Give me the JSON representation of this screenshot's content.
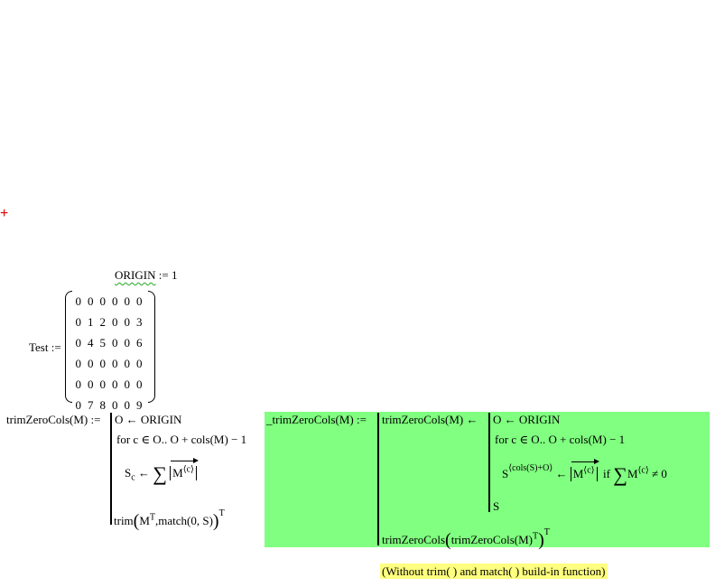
{
  "cursor": {
    "glyph": "+",
    "color": "#e00000"
  },
  "origin_def": {
    "name": "ORIGIN",
    "op": ":=",
    "value": "1"
  },
  "test_def": {
    "name": "Test",
    "op": ":=",
    "matrix": [
      [
        "0",
        "0",
        "0",
        "0",
        "0",
        "0"
      ],
      [
        "0",
        "1",
        "2",
        "0",
        "0",
        "3"
      ],
      [
        "0",
        "4",
        "5",
        "0",
        "0",
        "6"
      ],
      [
        "0",
        "0",
        "0",
        "0",
        "0",
        "0"
      ],
      [
        "0",
        "0",
        "0",
        "0",
        "0",
        "0"
      ],
      [
        "0",
        "7",
        "8",
        "0",
        "0",
        "9"
      ]
    ]
  },
  "trim_def": {
    "lhs": "trimZeroCols(M)",
    "op": ":=",
    "line1": "O ← ORIGIN",
    "line2": "for  c ∈ O.. O + cols(M) − 1",
    "line3_lhs": "S",
    "line3_sub": "c",
    "line3_arrow": "←",
    "line3_sum": "∑",
    "line3_M": "M",
    "line3_sup": "⟨c⟩",
    "line4_fn": "trim",
    "line4_M": "M",
    "line4_T": "T",
    "line4_args": ",match(0, S)",
    "line4_outerT": "T"
  },
  "alt_def": {
    "lhs": "_trimZeroCols(M)",
    "op": ":=",
    "inner_lhs": "trimZeroCols(M) ←",
    "line1": "O ← ORIGIN",
    "line2": "for  c ∈ O.. O + cols(M) − 1",
    "line3_S": "S",
    "line3_sup": "⟨cols(S)+O⟩",
    "line3_arrow": "←",
    "line3_M": "M",
    "line3_Msup": "⟨c⟩",
    "line3_if": "if",
    "line3_sum": "∑",
    "line3_M2": "M",
    "line3_M2sup": "⟨c⟩",
    "line3_neq": "≠ 0",
    "line4": "S",
    "final_fn": "trimZeroCols",
    "final_inner": "trimZeroCols(M)",
    "final_innerT": "T",
    "final_outerT": "T",
    "bg_color": "#80ff80"
  },
  "note": {
    "text": "(Without trim(  ) and match(  ) build-in function)",
    "bg_color": "#ffff80"
  }
}
